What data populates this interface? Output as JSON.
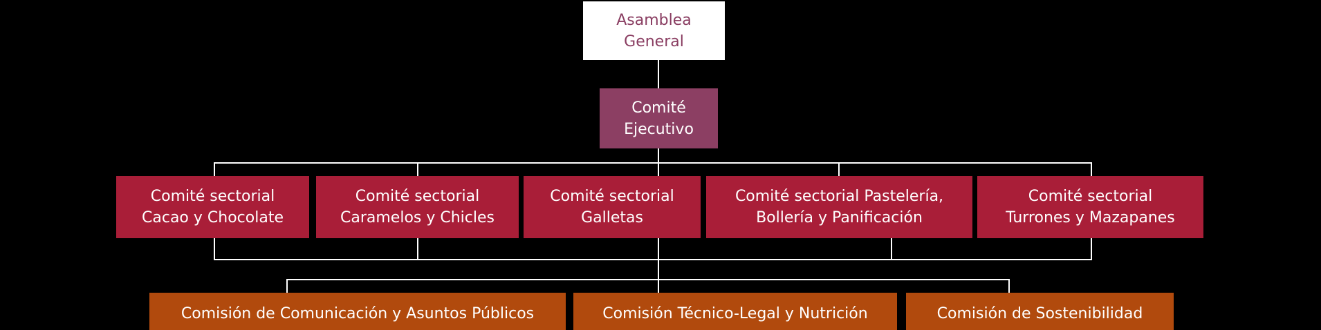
{
  "colors": {
    "background": "#000000",
    "connector": "#FFFFFF",
    "assembly_fill": "#FFFFFF",
    "assembly_text": "#8A3E62",
    "executive_fill": "#8C3F63",
    "sectorial_fill": "#A91E38",
    "commission_fill": "#B14A0D",
    "box_text": "#FFFFFF"
  },
  "nodes": {
    "assembly": {
      "line1": "Asamblea",
      "line2": "General"
    },
    "executive": {
      "line1": "Comité",
      "line2": "Ejecutivo"
    },
    "sectorial": [
      {
        "line1": "Comité sectorial",
        "line2": "Cacao y Chocolate"
      },
      {
        "line1": "Comité sectorial",
        "line2": "Caramelos y Chicles"
      },
      {
        "line1": "Comité sectorial",
        "line2": "Galletas"
      },
      {
        "line1": "Comité sectorial Pastelería,",
        "line2": "Bollería y Panificación"
      },
      {
        "line1": "Comité sectorial",
        "line2": "Turrones y Mazapanes"
      }
    ],
    "commissions": [
      {
        "label": "Comisión de Comunicación y Asuntos Públicos"
      },
      {
        "label": "Comisión Técnico-Legal y Nutrición"
      },
      {
        "label": "Comisión de Sostenibilidad"
      }
    ]
  }
}
